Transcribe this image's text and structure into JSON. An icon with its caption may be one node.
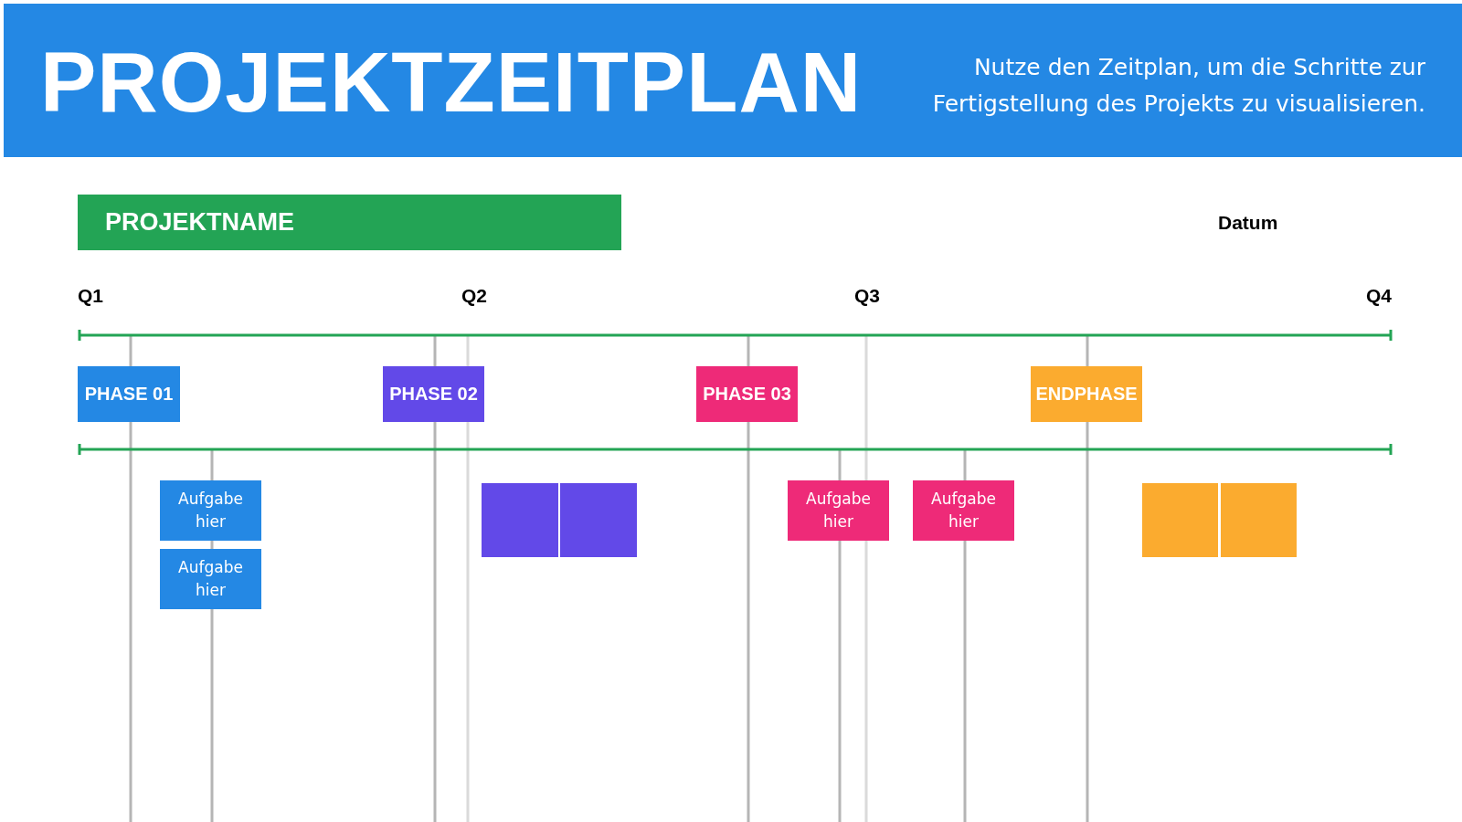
{
  "diagram": {
    "title": "PROJEKTZEITPLAN",
    "nodes": [
      {
        "text": [
          "PROJEKTNAME"
        ]
      },
      {
        "text": [
          "PHASE 01"
        ]
      },
      {
        "text": [
          "PHASE 02"
        ]
      },
      {
        "text": [
          "PHASE 03"
        ]
      },
      {
        "text": [
          "ENDPHASE"
        ]
      },
      {
        "text": [
          "Aufgabe hier"
        ]
      },
      {
        "text": [],
        "shape": "box"
      },
      {
        "text": [],
        "shape": "box"
      },
      {
        "text": [
          "Aufgabe hier"
        ]
      },
      {
        "text": [
          "Aufgabe hier"
        ]
      },
      {
        "text": [],
        "shape": "box"
      },
      {
        "text": [],
        "shape": "box"
      },
      {
        "text": [
          "Aufgabe hier"
        ]
      }
    ],
    "edges": [],
    "labels": [
      "Nutze den Zeitplan, um die Schritte zur Fertigstellung des Projekts zu visualisieren.",
      "Datum",
      "Q1",
      "Q2",
      "Q3",
      "Q4"
    ]
  }
}
